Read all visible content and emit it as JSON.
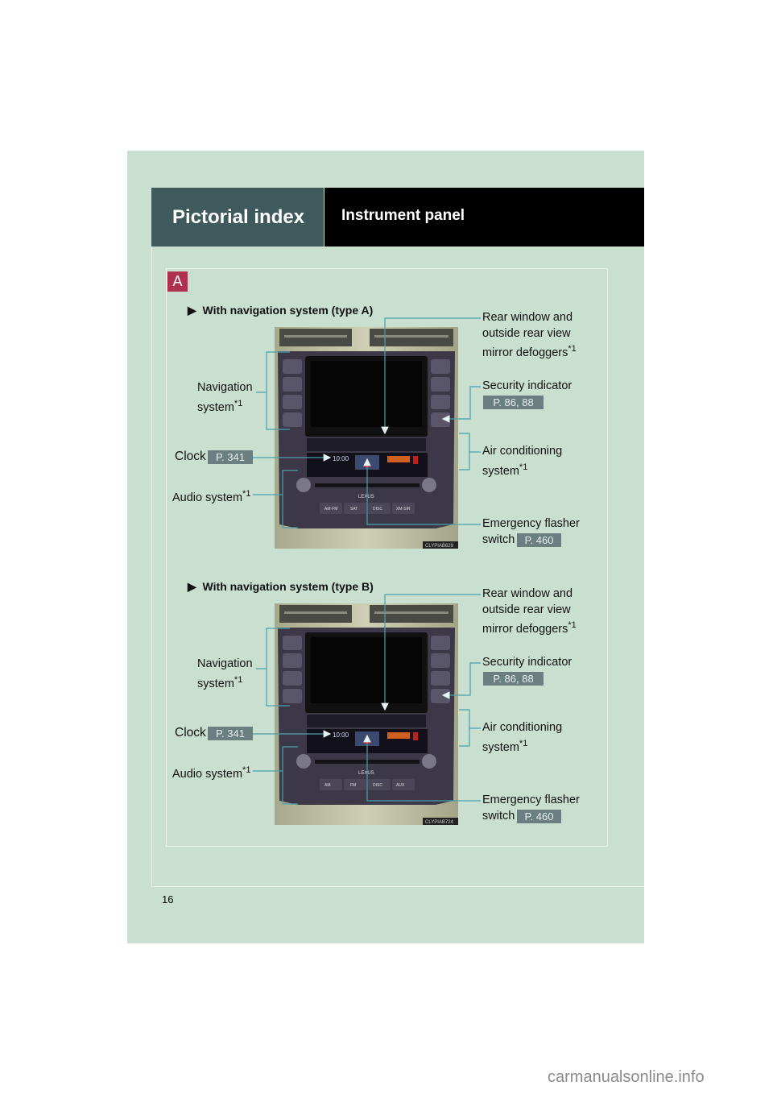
{
  "header": {
    "section": "Pictorial index",
    "title": "Instrument panel"
  },
  "badge": "A",
  "page_number": "16",
  "watermark": "carmanualsonline.info",
  "diagrams": [
    {
      "heading": "With navigation system (type A)",
      "image_code": "CLYPIAB629",
      "buttons": [
        "AM·FM",
        "SAT",
        "DISC",
        "XM·SIR"
      ],
      "rear1": "Rear window and",
      "rear2": "outside rear view",
      "rear3": "mirror defoggers",
      "note": "*1",
      "security": "Security indicator",
      "security_ref": "P. 86, 88",
      "ac1": "Air conditioning",
      "ac2": "system",
      "em1": "Emergency flasher",
      "em2": "switch",
      "em_ref": "P. 460",
      "nav1": "Navigation",
      "nav2": "system",
      "clock": "Clock",
      "clock_ref": "P. 341",
      "clock_time": "10:00",
      "audio": "Audio system"
    },
    {
      "heading": "With navigation system (type B)",
      "image_code": "CLYPIAB724",
      "buttons": [
        "AM",
        "FM",
        "DISC",
        "AUX"
      ],
      "rear1": "Rear window and",
      "rear2": "outside rear view",
      "rear3": "mirror defoggers",
      "note": "*1",
      "security": "Security indicator",
      "security_ref": "P. 86, 88",
      "ac1": "Air conditioning",
      "ac2": "system",
      "em1": "Emergency flasher",
      "em2": "switch",
      "em_ref": "P. 460",
      "nav1": "Navigation",
      "nav2": "system",
      "clock": "Clock",
      "clock_ref": "P. 341",
      "clock_time": "10:00",
      "audio": "Audio system"
    }
  ]
}
